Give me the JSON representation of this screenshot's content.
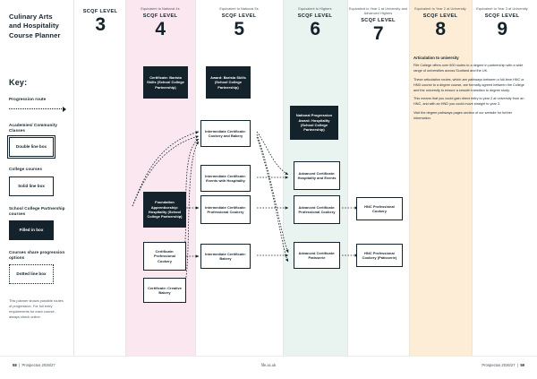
{
  "sidebar": {
    "title": "Culinary Arts and Hospitality Course Planner",
    "key_heading": "Key:",
    "items": [
      {
        "label": "Progression route",
        "swatch": "",
        "style": "arrow"
      },
      {
        "label": "Academies/ Community Classes",
        "swatch": "Double line box",
        "style": "double"
      },
      {
        "label": "College courses",
        "swatch": "Solid line box",
        "style": "solid"
      },
      {
        "label": "School College Partnership courses",
        "swatch": "Filled in box",
        "style": "filled"
      },
      {
        "label": "Courses share progression options",
        "swatch": "Dotted line box",
        "style": "dotted"
      }
    ],
    "note": "This planner shows possible routes of progression. For full entry requirements for each course, always check online."
  },
  "columns": [
    {
      "equivalent": "",
      "scqf_label": "SCQF LEVEL",
      "level": "3"
    },
    {
      "equivalent": "Equivalent to National 4s",
      "scqf_label": "SCQF LEVEL",
      "level": "4"
    },
    {
      "equivalent": "Equivalent to National 5s",
      "scqf_label": "SCQF LEVEL",
      "level": "5"
    },
    {
      "equivalent": "Equivalent to Highers",
      "scqf_label": "SCQF LEVEL",
      "level": "6"
    },
    {
      "equivalent": "Equivalent to Year 1 at University and Advanced Highers",
      "scqf_label": "SCQF LEVEL",
      "level": "7"
    },
    {
      "equivalent": "Equivalent to Year 2 at University",
      "scqf_label": "SCQF LEVEL",
      "level": "8"
    },
    {
      "equivalent": "Equivalent to Year 3 at University",
      "scqf_label": "SCQF LEVEL",
      "level": "9"
    }
  ],
  "courses": [
    {
      "id": "c1",
      "label": "Certificate: Barista Skills (School College Partnership)",
      "level": "4",
      "style": "filled"
    },
    {
      "id": "c2",
      "label": "Award: Barista Skills (School College Partnership)",
      "level": "5",
      "style": "filled"
    },
    {
      "id": "c3",
      "label": "Foundation Apprenticeship: Hospitality (School College Partnership)",
      "level": "4",
      "style": "filled"
    },
    {
      "id": "c4",
      "label": "Certificate: Professional Cookery",
      "level": "4",
      "style": "solid"
    },
    {
      "id": "c5",
      "label": "Certificate: Creative Bakery",
      "level": "4",
      "style": "solid"
    },
    {
      "id": "c6",
      "label": "Intermediate Certificate: Cookery and Bakery",
      "level": "5",
      "style": "solid"
    },
    {
      "id": "c7",
      "label": "Intermediate Certificate: Events with Hospitality",
      "level": "5",
      "style": "solid"
    },
    {
      "id": "c8",
      "label": "Intermediate Certificate: Professional Cookery",
      "level": "5",
      "style": "solid"
    },
    {
      "id": "c9",
      "label": "Intermediate Certificate: Bakery",
      "level": "5",
      "style": "solid"
    },
    {
      "id": "c10",
      "label": "National Progression Award: Hospitality (School College Partnership)",
      "level": "6",
      "style": "filled"
    },
    {
      "id": "c11",
      "label": "Advanced Certificate: Hospitality and Events",
      "level": "6",
      "style": "solid"
    },
    {
      "id": "c12",
      "label": "Advanced Certificate: Professional Cookery",
      "level": "6",
      "style": "solid"
    },
    {
      "id": "c13",
      "label": "Advanced Certificate: Patisserie",
      "level": "6",
      "style": "solid"
    },
    {
      "id": "c14",
      "label": "HNC Professional Cookery",
      "level": "7",
      "style": "solid"
    },
    {
      "id": "c15",
      "label": "HNC Professional Cookery (Patisserie)",
      "level": "7",
      "style": "solid"
    }
  ],
  "articulation": {
    "heading": "Articulation to university",
    "paragraphs": [
      "Fife College offers over 600 routes to a degree in partnership with a wide range of universities across Scotland and the UK.",
      "These articulation routes, which are pathways between a full-time HNC or HND course to a degree course, are formally agreed between the College and the university to ensure a smooth transition to degree study.",
      "This means that you could gain direct entry to year 2 at university from an HNC, and with an HND you could move straight to year 3.",
      "Visit the degree pathways pages section of our website for further information."
    ]
  },
  "footer": {
    "left_page": "58",
    "left_text": "Prospectus 2026/27",
    "website": "fife.ac.uk",
    "right_text": "Prospectus 2026/27",
    "right_page": "59"
  },
  "colors": {
    "ink": "#14232b",
    "band_level4": "#fae7f0",
    "band_level6": "#e9f3ef",
    "band_level8": "#fdecd6"
  }
}
